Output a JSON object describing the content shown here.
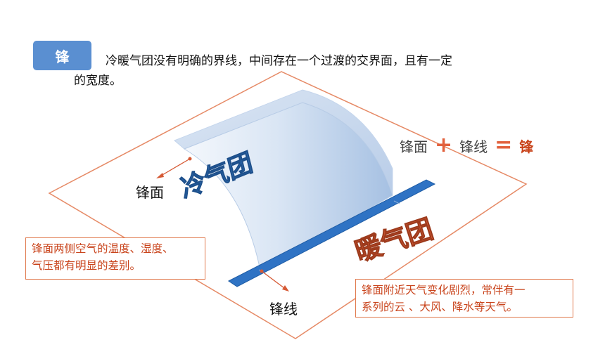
{
  "badge_label": "锋",
  "intro": {
    "line1": "冷暖气团没有明确的界线，中间存在一个过渡的交界面，且有一定",
    "line2": "的宽度。"
  },
  "labels": {
    "front_surface": "锋面",
    "front_line": "锋线",
    "cold_air_mass": "冷气团",
    "warm_air_mass": "暖气团"
  },
  "equation": {
    "term1": "锋面",
    "plus": "+",
    "term2": "锋线",
    "equals": "=",
    "result": "锋"
  },
  "callouts": {
    "left": {
      "line1": "锋面两侧空气的温度、湿度、",
      "line2": "气压都有明显的差别。"
    },
    "right": {
      "line1": "锋面附近天气变化剧烈，常伴有一",
      "line2": "系列的云 、大风、降水等天气。"
    }
  },
  "colors": {
    "accent_orange": "#e2613d",
    "cold_blue": "#2f6fb7",
    "warm_red": "#d65a35",
    "badge_blue": "#5a8fd1",
    "front_line_blue": "#2f73c4"
  }
}
